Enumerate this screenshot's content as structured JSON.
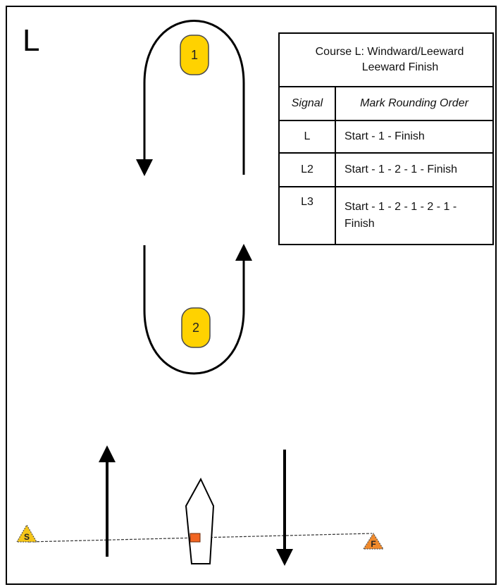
{
  "course": {
    "letter": "L"
  },
  "table": {
    "title_line1": "Course L: Windward/Leeward",
    "title_line2": "Leeward Finish",
    "header_signal": "Signal",
    "header_order": "Mark Rounding Order",
    "rows": [
      {
        "signal": "L",
        "order": "Start - 1 - Finish"
      },
      {
        "signal": "L2",
        "order": "Start - 1 - 2 - 1 - Finish"
      },
      {
        "signal": "L3",
        "order": "Start - 1 - 2 - 1 - 2 - 1 - Finish"
      }
    ]
  },
  "marks": [
    {
      "label": "1",
      "color": "#FFD200"
    },
    {
      "label": "2",
      "color": "#FFD200"
    }
  ],
  "start_mark": {
    "label": "S",
    "color": "#F5C518"
  },
  "finish_mark": {
    "label": "F",
    "color": "#F08A2C"
  },
  "committee_boat_flag_color": "#F26522"
}
